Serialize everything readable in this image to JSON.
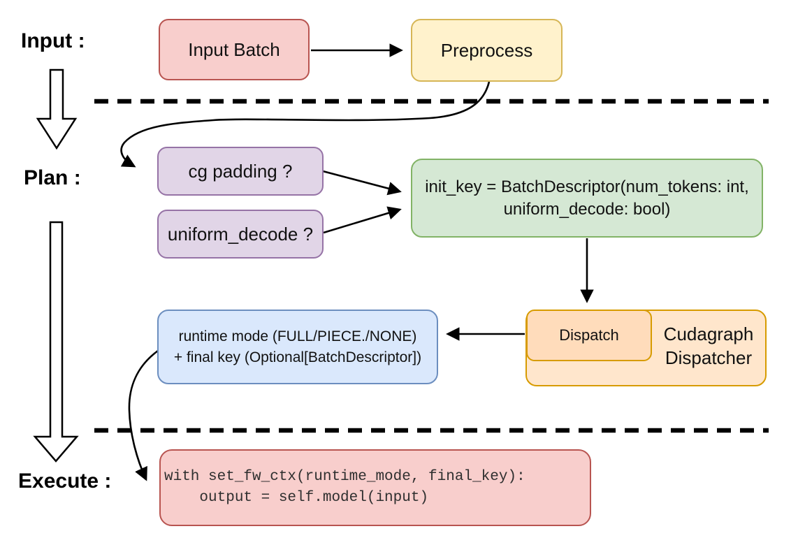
{
  "canvas": {
    "background": "#ffffff"
  },
  "stage_labels": {
    "input": "Input :",
    "plan": "Plan :",
    "execute": "Execute :"
  },
  "nodes": {
    "input_batch": {
      "label": "Input Batch",
      "fill": "#F8CECC",
      "stroke": "#B85450"
    },
    "preprocess": {
      "label": "Preprocess",
      "fill": "#FFF2CC",
      "stroke": "#D6B656"
    },
    "cg_padding": {
      "label": "cg padding ?",
      "fill": "#E1D5E7",
      "stroke": "#9673A6"
    },
    "uniform_decode": {
      "label": "uniform_decode ?",
      "fill": "#E1D5E7",
      "stroke": "#9673A6"
    },
    "init_key": {
      "line1": "init_key = BatchDescriptor(num_tokens: int,",
      "line2": "uniform_decode: bool)",
      "fill": "#D5E8D4",
      "stroke": "#82B366"
    },
    "runtime_mode": {
      "line1": "runtime mode (FULL/PIECE./NONE)",
      "line2": "+ final key (Optional[BatchDescriptor])",
      "fill": "#DAE8FC",
      "stroke": "#6C8EBF"
    },
    "dispatch": {
      "label": "Dispatch",
      "fill": "#FFDCBB",
      "stroke": "#D79B00"
    },
    "cudagraph_dispatcher": {
      "line1": "Cudagraph",
      "line2": "Dispatcher",
      "fill": "#FFE6CC",
      "stroke": "#D79B00"
    },
    "execute_code": {
      "line1": "with set_fw_ctx(runtime_mode, final_key):",
      "line2": "    output = self.model(input)",
      "fill": "#F8CECC",
      "stroke": "#B85450"
    }
  },
  "connections": [
    {
      "from": "input_batch",
      "to": "preprocess",
      "style": "straight-arrow"
    },
    {
      "from": "preprocess",
      "to": "cg_padding",
      "style": "curved-arrow"
    },
    {
      "from": "cg_padding",
      "to": "init_key",
      "style": "straight-arrow"
    },
    {
      "from": "uniform_decode",
      "to": "init_key",
      "style": "straight-arrow"
    },
    {
      "from": "init_key",
      "to": "dispatch",
      "style": "straight-arrow"
    },
    {
      "from": "dispatch",
      "to": "runtime_mode",
      "style": "straight-arrow"
    },
    {
      "from": "runtime_mode",
      "to": "execute_code",
      "style": "curved-arrow"
    },
    {
      "from": "input-stage",
      "to": "plan-stage",
      "style": "hollow-arrow"
    },
    {
      "from": "plan-stage",
      "to": "execute-stage",
      "style": "hollow-arrow"
    }
  ],
  "dividers": [
    {
      "between": "input-and-plan",
      "style": "dashed"
    },
    {
      "between": "plan-and-execute",
      "style": "dashed"
    }
  ],
  "line_color": "#000000"
}
